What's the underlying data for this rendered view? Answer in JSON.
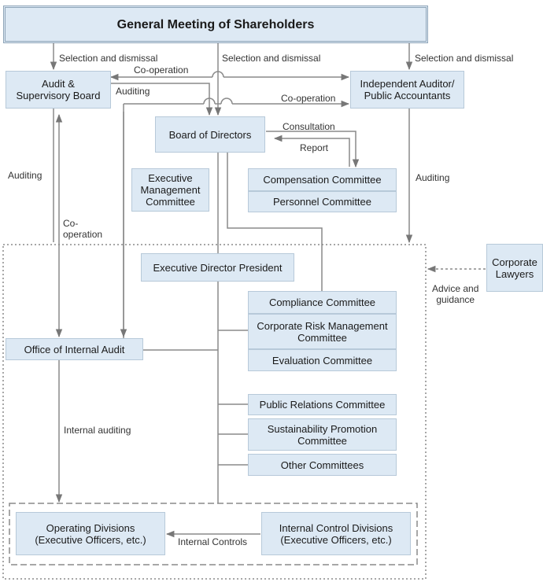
{
  "title": "General Meeting of Shareholders",
  "boxes": {
    "audit_board": "Audit &\nSupervisory Board",
    "independent_auditor": "Independent Auditor/\nPublic Accountants",
    "board_of_directors": "Board of Directors",
    "executive_management": "Executive\nManagement\nCommittee",
    "compensation": "Compensation Committee",
    "personnel": "Personnel Committee",
    "executive_president": "Executive Director President",
    "corporate_lawyers": "Corporate\nLawyers",
    "compliance": "Compliance Committee",
    "risk_management": "Corporate Risk Management\nCommittee",
    "evaluation": "Evaluation Committee",
    "internal_audit_office": "Office of Internal Audit",
    "public_relations": "Public Relations Committee",
    "sustainability": "Sustainability Promotion\nCommittee",
    "other": "Other Committees",
    "operating_divisions": "Operating Divisions\n(Executive Officers, etc.)",
    "internal_control_divisions": "Internal Control Divisions\n(Executive Officers, etc.)"
  },
  "labels": {
    "selection_left": "Selection and dismissal",
    "selection_center": "Selection and dismissal",
    "selection_right": "Selection and dismissal",
    "cooperation_top": "Co-operation",
    "auditing_top": "Auditing",
    "cooperation_mid": "Co-operation",
    "consultation": "Consultation",
    "report": "Report",
    "auditing_left": "Auditing",
    "auditing_right": "Auditing",
    "cooperation_vertical": "Co-\noperation",
    "advice": "Advice and\nguidance",
    "internal_auditing": "Internal auditing",
    "internal_controls": "Internal Controls"
  }
}
